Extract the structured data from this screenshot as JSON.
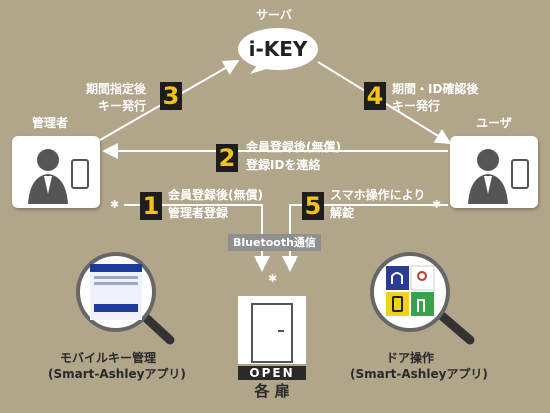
{
  "server": {
    "label": "サーバ",
    "bubble": "i-KEY"
  },
  "actors": {
    "admin": "管理者",
    "user": "ユーザ"
  },
  "steps": [
    {
      "num": "1",
      "line1": "会員登録後(無償)",
      "line2": "管理者登録"
    },
    {
      "num": "2",
      "line1": "会員登録後(無償)",
      "line2": "登録IDを連絡"
    },
    {
      "num": "3",
      "line1": "期間指定後",
      "line2": "キー発行"
    },
    {
      "num": "4",
      "line1": "期間・ID確認後",
      "line2": "キー発行"
    },
    {
      "num": "5",
      "line1": "スマホ操作により",
      "line2": "解錠"
    }
  ],
  "bluetooth": "Bluetooth通信",
  "door": {
    "open": "OPEN",
    "label": "各 扉"
  },
  "apps": {
    "left": {
      "line1": "モバイルキー管理",
      "line2": "(Smart-Ashleyアプリ)"
    },
    "right": {
      "line1": "ドア操作",
      "line2": "(Smart-Ashleyアプリ)"
    }
  },
  "colors": {
    "background": "#b1a58a",
    "number_bg": "#1d1d1d",
    "number_fg": "#f3c21b"
  }
}
